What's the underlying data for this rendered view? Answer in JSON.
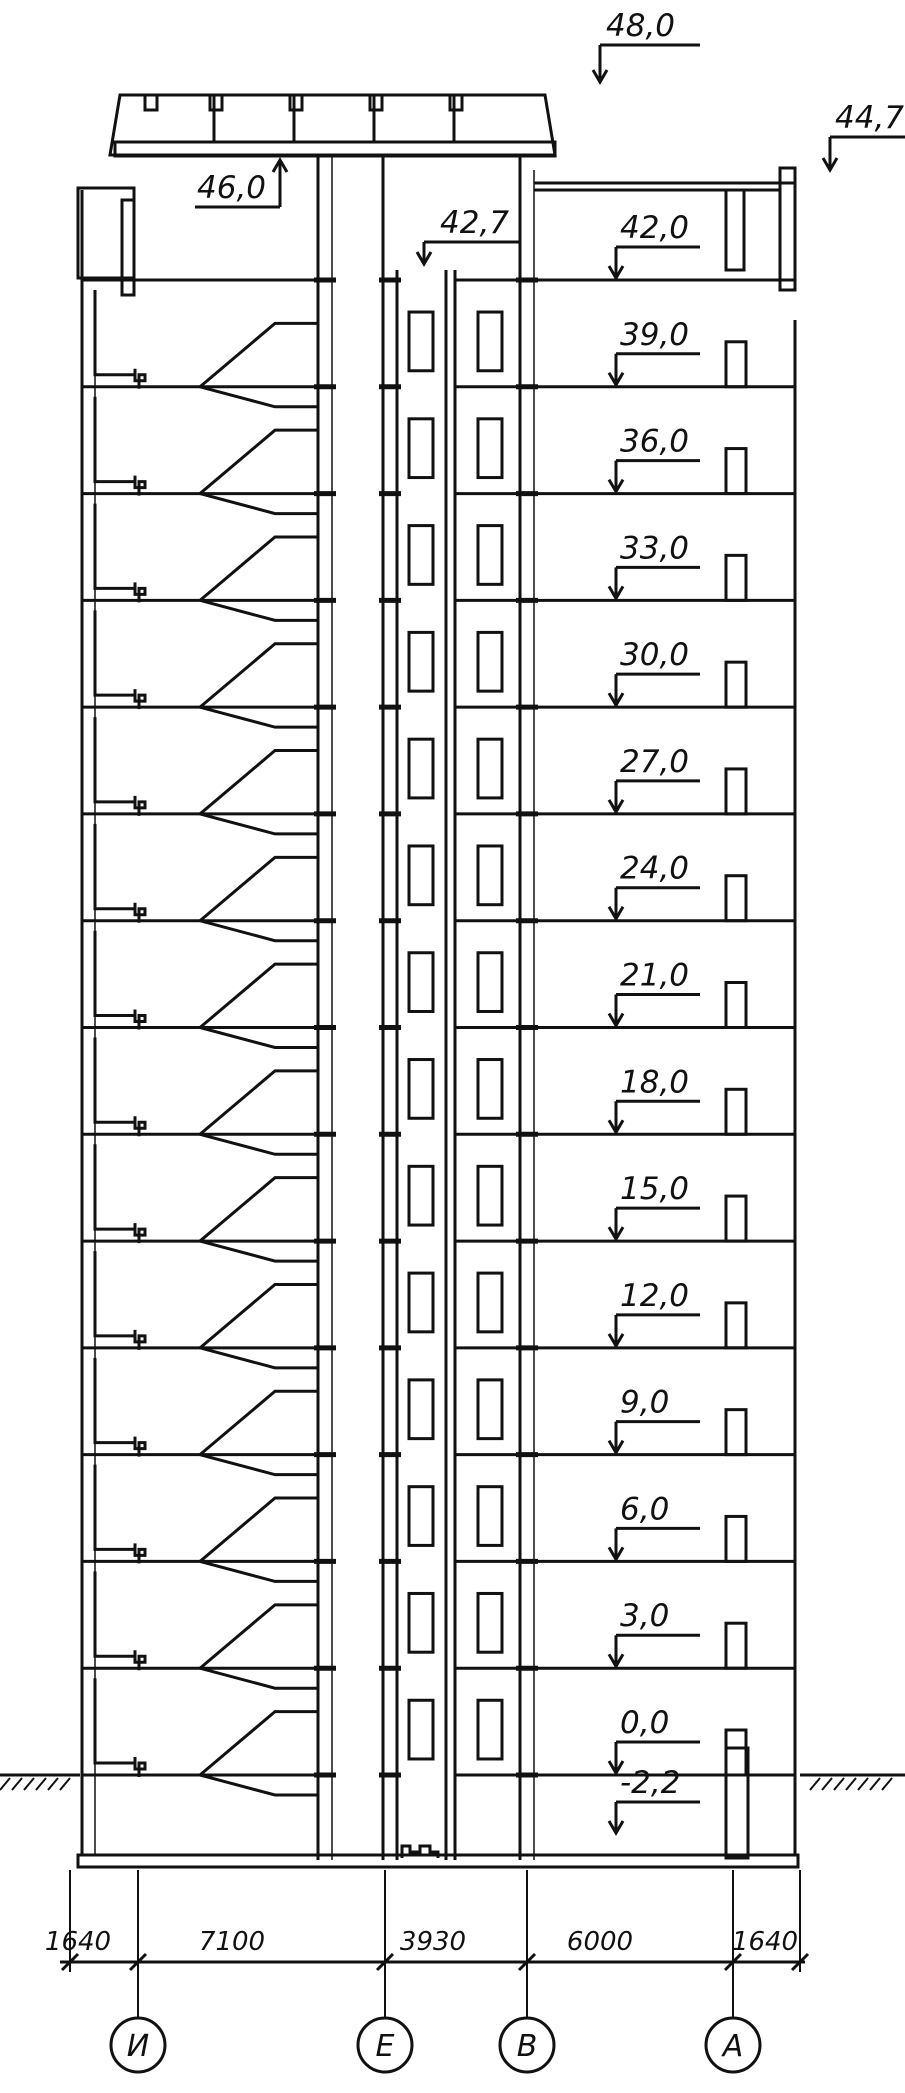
{
  "section": {
    "floor_elevations": [
      "-2,2",
      "0,0",
      "3,0",
      "6,0",
      "9,0",
      "12,0",
      "15,0",
      "18,0",
      "21,0",
      "24,0",
      "27,0",
      "30,0",
      "33,0",
      "36,0",
      "39,0",
      "42,0"
    ],
    "roof_elevations": {
      "top": "48,0",
      "parapet": "44,7",
      "machine_room": "46,0",
      "core_roof": "42,7"
    },
    "dimensions": [
      "1640",
      "7100",
      "3930",
      "6000",
      "1640"
    ],
    "axes": [
      "И",
      "Е",
      "В",
      "А"
    ]
  }
}
